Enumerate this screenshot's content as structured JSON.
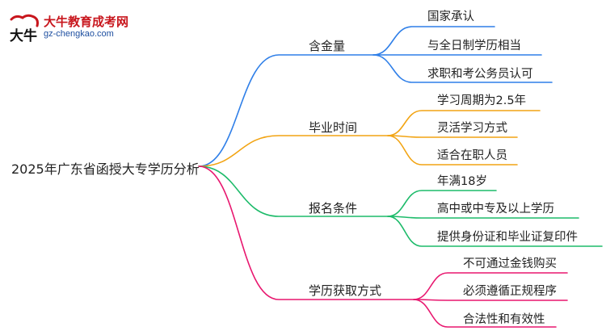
{
  "logo": {
    "mark_text": "大牛",
    "title": "大牛教育成考网",
    "url": "gz-chengkao.com"
  },
  "root": "2025年广东省函授大专学历分析",
  "branches": [
    {
      "id": "value",
      "label": "含金量",
      "color": "#2f7fe8",
      "leaves": [
        "国家承认",
        "与全日制学历相当",
        "求职和考公务员认可"
      ]
    },
    {
      "id": "duration",
      "label": "毕业时间",
      "color": "#f2a413",
      "leaves": [
        "学习周期为2.5年",
        "灵活学习方式",
        "适合在职人员"
      ]
    },
    {
      "id": "requirements",
      "label": "报名条件",
      "color": "#1dbb6a",
      "leaves": [
        "年满18岁",
        "高中或中专及以上学历",
        "提供身份证和毕业证复印件"
      ]
    },
    {
      "id": "acquisition",
      "label": "学历获取方式",
      "color": "#e8176f",
      "leaves": [
        "不可通过金钱购买",
        "必须遵循正规程序",
        "合法性和有效性"
      ]
    }
  ]
}
